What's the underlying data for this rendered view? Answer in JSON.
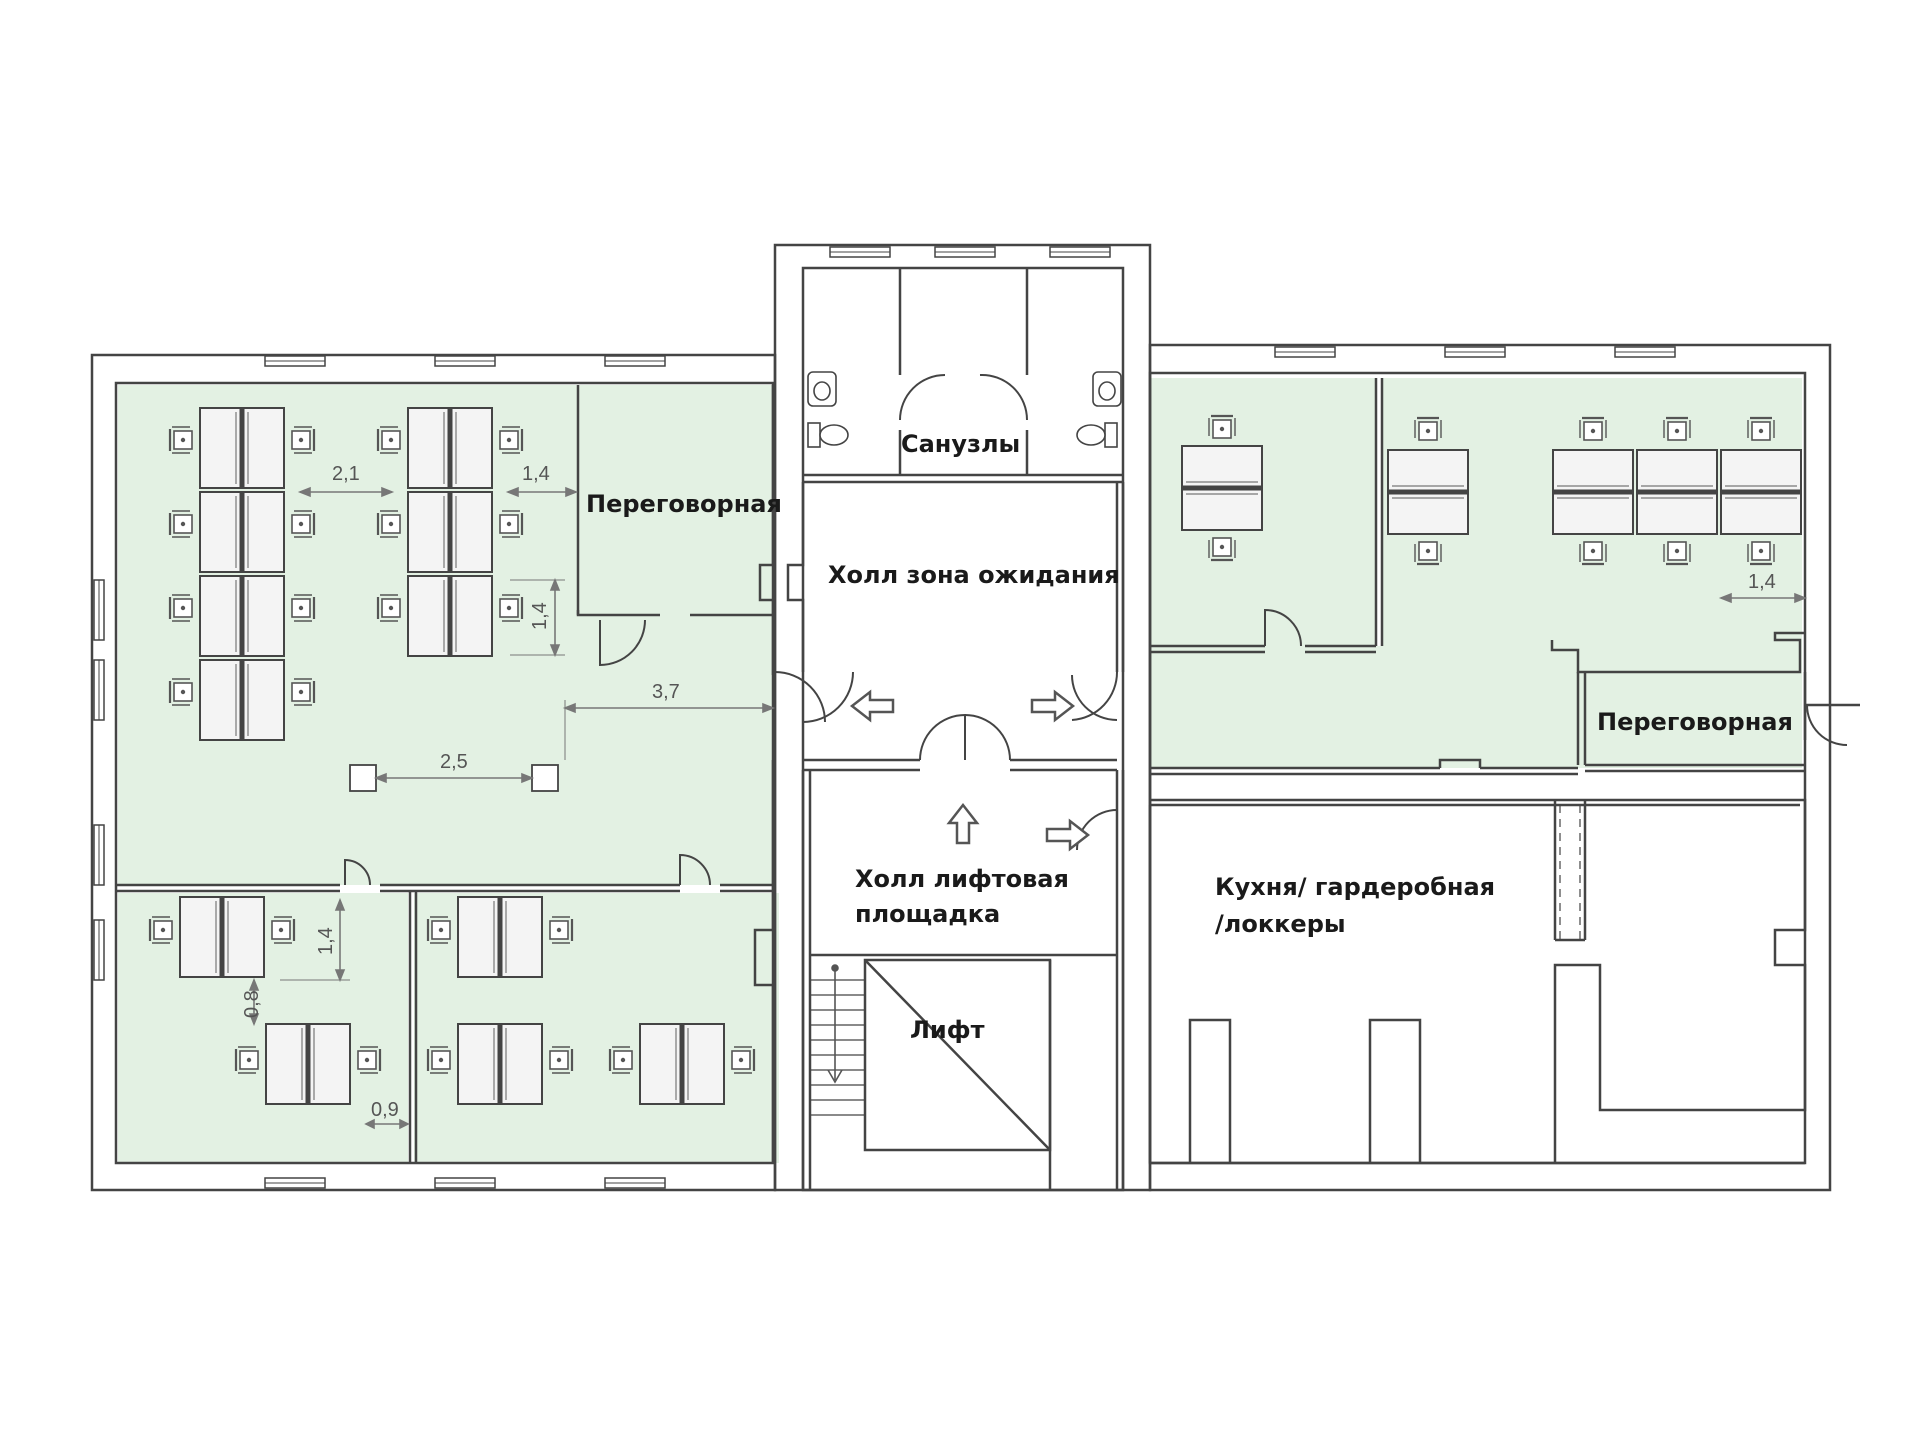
{
  "colors": {
    "wall": "#444444",
    "office_fill": "#e3f1e3",
    "furniture": "#555555",
    "dimension": "#777777",
    "background": "#ffffff"
  },
  "rooms": {
    "meeting_room_left": "Переговорная",
    "meeting_room_right": "Переговорная",
    "restrooms": "Санузлы",
    "waiting_hall": "Холл зона ожидания",
    "elevator_hall_line1": "Холл лифтовая",
    "elevator_hall_line2": "площадка",
    "elevator": "Лифт",
    "kitchen_line1": "Кухня/ гардеробная",
    "kitchen_line2": "/локкеры"
  },
  "dimensions": {
    "d_2_1": "2,1",
    "d_1_4_top": "1,4",
    "d_1_4_vert": "1,4",
    "d_3_7": "3,7",
    "d_2_5": "2,5",
    "d_1_4_lower_vert": "1,4",
    "d_0_8": "0,8",
    "d_0_9": "0,9",
    "d_1_4_right": "1,4"
  },
  "icons": [
    "arrow-left-icon",
    "arrow-right-icon",
    "arrow-up-icon",
    "toilet-icon",
    "sink-icon",
    "door-swing-icon",
    "stair-arrow-icon"
  ]
}
